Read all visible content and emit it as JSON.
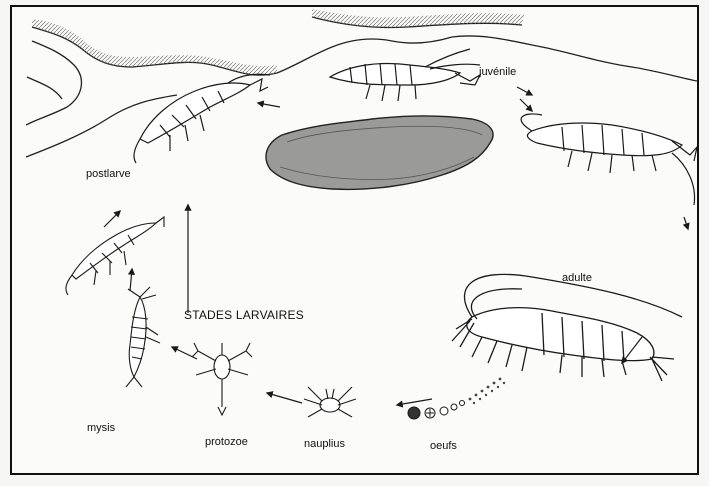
{
  "labels": {
    "juvenile": "juvénile",
    "postlarve": "postlarve",
    "adulte": "adulte",
    "stades_larvaires": "STADES LARVAIRES",
    "mysis": "mysis",
    "protozoe": "protozoe",
    "nauplius": "nauplius",
    "oeufs": "oeufs"
  },
  "colors": {
    "ink": "#1a1a1a",
    "paper": "#fbfbf9",
    "shade": "#8a8a8a"
  }
}
